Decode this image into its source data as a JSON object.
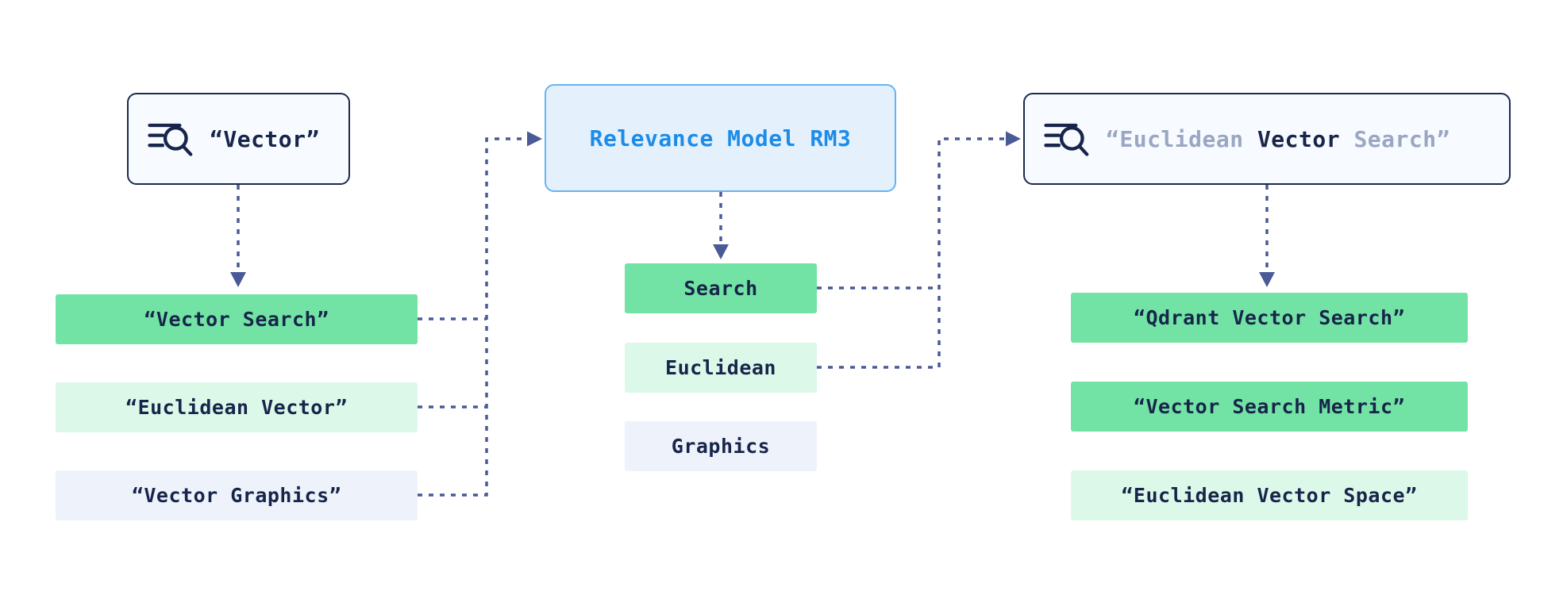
{
  "colors": {
    "background": "#ffffff",
    "query_box_bg": "#f7fafe",
    "query_box_border": "#1d2a4d",
    "model_box_bg": "#e4f1fd",
    "model_box_border": "#66b3f0",
    "model_text": "#1d8ce8",
    "green": "#72e3a4",
    "light_green": "#dcf8e9",
    "light_blue": "#eef2fb",
    "text_dark": "#17254a",
    "text_muted": "#9aa7c4",
    "connector": "#4a5a96"
  },
  "original_query": {
    "text": "“Vector”"
  },
  "original_results": [
    {
      "text": "“Vector Search”"
    },
    {
      "text": "“Euclidean Vector”"
    },
    {
      "text": "“Vector Graphics”"
    }
  ],
  "model": {
    "label": "Relevance Model RM3"
  },
  "expansion_terms": [
    {
      "text": "Search"
    },
    {
      "text": "Euclidean"
    },
    {
      "text": "Graphics"
    }
  ],
  "expanded_query": {
    "parts": [
      {
        "text": "“Euclidean "
      },
      {
        "text": "Vector"
      },
      {
        "text": " Search”"
      }
    ]
  },
  "expanded_results": [
    {
      "text": "“Qdrant Vector Search”"
    },
    {
      "text": "“Vector Search Metric”"
    },
    {
      "text": "“Euclidean Vector Space”"
    }
  ]
}
